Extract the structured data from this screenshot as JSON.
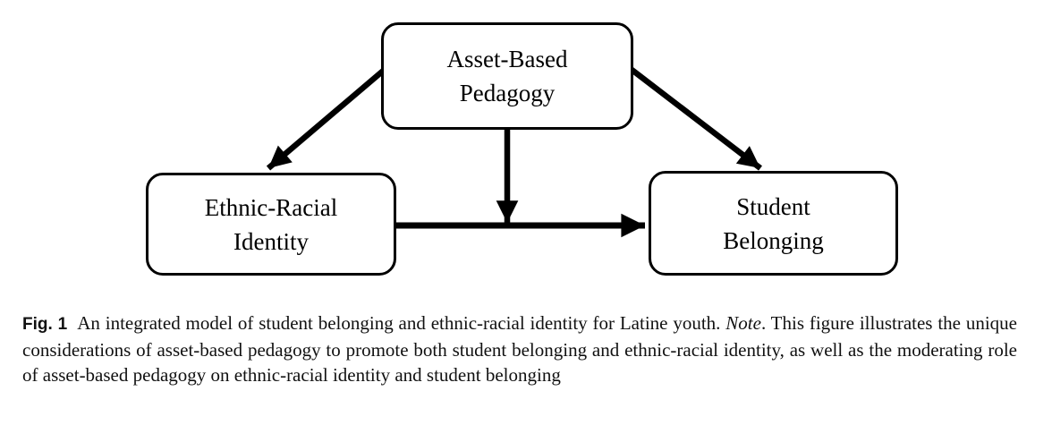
{
  "diagram": {
    "nodes": {
      "asset_based_pedagogy": {
        "line1": "Asset-Based",
        "line2": "Pedagogy"
      },
      "ethnic_racial_identity": {
        "line1": "Ethnic-Racial",
        "line2": "Identity"
      },
      "student_belonging": {
        "line1": "Student",
        "line2": "Belonging"
      }
    },
    "edges": [
      {
        "from": "Asset-Based Pedagogy",
        "to": "Ethnic-Racial Identity",
        "style": "solid-arrow"
      },
      {
        "from": "Asset-Based Pedagogy",
        "to": "Student Belonging",
        "style": "solid-arrow"
      },
      {
        "from": "Asset-Based Pedagogy",
        "to": "path: Ethnic-Racial Identity → Student Belonging",
        "style": "solid-arrow-moderation"
      },
      {
        "from": "Ethnic-Racial Identity",
        "to": "Student Belonging",
        "style": "solid-arrow"
      }
    ],
    "colors": {
      "line": "#000000",
      "box_fill": "#ffffff",
      "background": "#ffffff"
    }
  },
  "caption": {
    "fig_label": "Fig. 1",
    "text_before_note": "An integrated model of student belonging and ethnic-racial identity for Latine youth. ",
    "note_label": "Note",
    "text_after_note": ". This figure illustrates the unique considerations of asset-based pedagogy to promote both student belonging and ethnic-racial identity, as well as the moderating role of asset-based pedagogy on ethnic-racial identity and student belonging"
  }
}
